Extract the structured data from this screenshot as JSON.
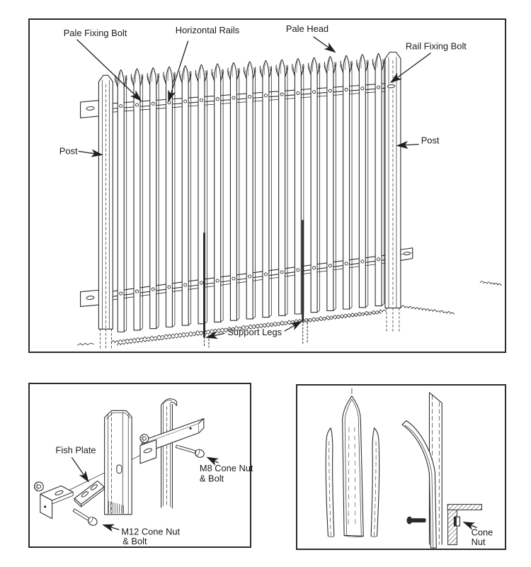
{
  "style": {
    "ink": "#2b2b2b",
    "paper": "#ffffff",
    "text": "#1a1a1a"
  },
  "main_diagram": {
    "labels": {
      "pale_fixing_bolt": "Pale Fixing Bolt",
      "horizontal_rails": "Horizontal Rails",
      "pale_head": "Pale Head",
      "rail_fixing_bolt": "Rail Fixing Bolt",
      "post_left": "Post",
      "post_right": "Post",
      "support_legs": "Support Legs"
    }
  },
  "fish_plate_detail": {
    "labels": {
      "fish_plate": "Fish Plate",
      "m8_line1": "M8 Cone Nut",
      "m8_line2": "& Bolt",
      "m12_line1": "M12 Cone Nut",
      "m12_line2": "& Bolt"
    }
  },
  "pale_head_detail": {
    "labels": {
      "cone_line1": "Cone",
      "cone_line2": "Nut"
    }
  }
}
